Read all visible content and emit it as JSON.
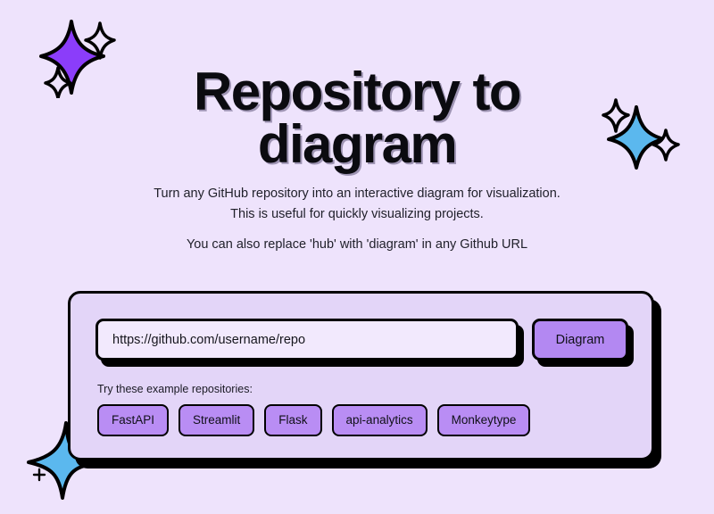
{
  "page": {
    "background_color": "#eee3fc",
    "title": "Repository to\ndiagram"
  },
  "subtitle": {
    "line1": "Turn any GitHub repository into an interactive diagram for visualization.",
    "line2": "This is useful for quickly visualizing projects.",
    "line3": "You can also replace 'hub' with 'diagram' in any Github URL"
  },
  "search": {
    "placeholder": "https://github.com/username/repo",
    "value": "",
    "submit_label": "Diagram",
    "accent_color": "#b388f2"
  },
  "examples": {
    "label": "Try these example repositories:",
    "chips": [
      {
        "label": "FastAPI"
      },
      {
        "label": "Streamlit"
      },
      {
        "label": "Flask"
      },
      {
        "label": "api-analytics"
      },
      {
        "label": "Monkeytype"
      }
    ],
    "chip_color": "#b98df4"
  },
  "decorations": {
    "sparkle_top_left": {
      "icon": "sparkle-icon",
      "fill": "#8b3dfa"
    },
    "sparkle_top_right": {
      "icon": "sparkle-icon",
      "fill": "#5bb8ee"
    },
    "sparkle_bottom_left": {
      "icon": "star-icon",
      "fill": "#5bb8ee"
    }
  }
}
